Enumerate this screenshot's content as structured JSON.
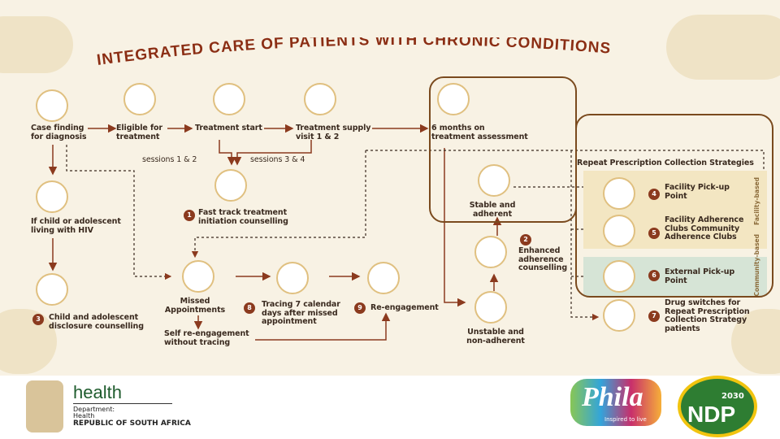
{
  "title": "INTEGRATED CARE OF PATIENTS WITH CHRONIC CONDITIONS",
  "steps": {
    "case_finding": "Case finding for diagnosis",
    "eligible": "Eligible for treatment",
    "treatment_start": "Treatment start",
    "treatment_supply": "Treatment supply visit 1 & 2",
    "assessment": "6 months on treatment assessment",
    "sessions_1_2": "sessions 1 & 2",
    "sessions_3_4": "sessions 3 & 4",
    "child_hiv": "If child or adolescent living with HIV",
    "fast_track": "Fast track treatment initiation counselling",
    "stable": "Stable and adherent",
    "enhanced": "Enhanced adherence counselling",
    "missed": "Missed Appointments",
    "tracing": "Tracing 7 calendar days after missed appointment",
    "re_engagement": "Re-engagement",
    "unstable": "Unstable and non-adherent",
    "disclosure": "Child and adolescent disclosure counselling",
    "self_re_engagement": "Self re-engagement without tracing"
  },
  "badges": {
    "b1": "1",
    "b2": "2",
    "b3": "3",
    "b4": "4",
    "b5": "5",
    "b6": "6",
    "b7": "7",
    "b8": "8",
    "b9": "9"
  },
  "strategies": {
    "heading": "Repeat Prescription Collection Strategies",
    "facility_pickup": "Facility Pick-up Point",
    "adherence_clubs": "Facility Adherence Clubs Community Adherence Clubs",
    "external_pickup": "External Pick-up Point",
    "drug_switch": "Drug switches for Repeat Prescription Collection Strategy patients"
  },
  "bands": {
    "facility": "Facility-based",
    "community": "Community-based"
  },
  "footer": {
    "health": "health",
    "department": "Department:",
    "health_sub": "Health",
    "country": "REPUBLIC OF SOUTH AFRICA",
    "phila": "Phila",
    "phila_tag": "Inspired to live",
    "ndp_year": "2030",
    "ndp": "NDP"
  }
}
